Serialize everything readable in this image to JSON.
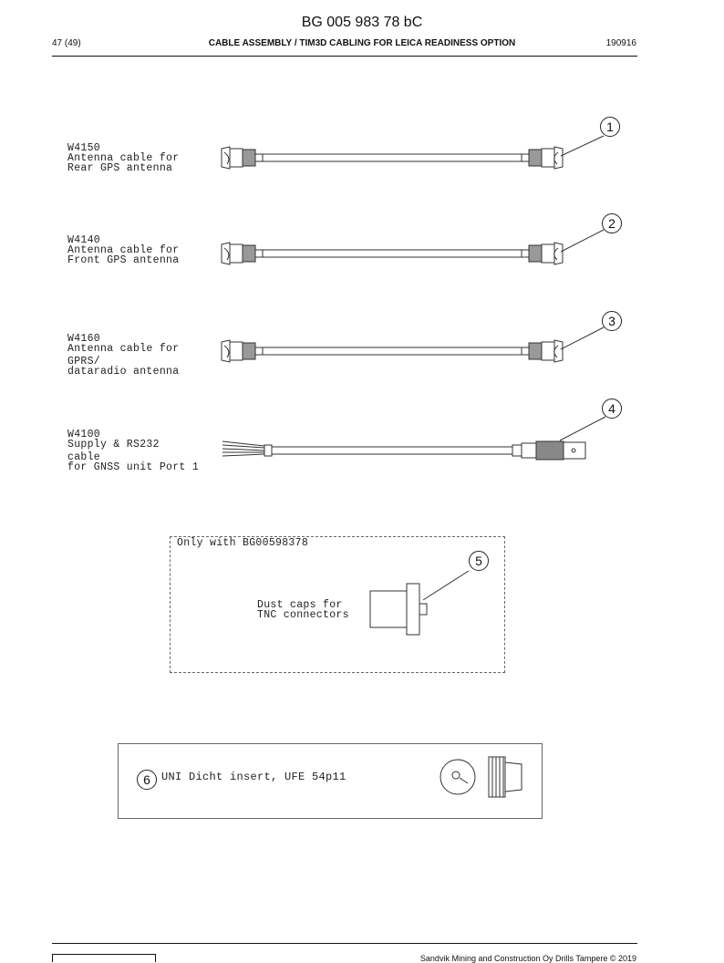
{
  "header": {
    "doc_number": "BG 005 983 78 bC",
    "page": "47 (49)",
    "title": "CABLE ASSEMBLY / TIM3D CABLING FOR LEICA READINESS OPTION",
    "date": "190916"
  },
  "cables": [
    {
      "callout": "1",
      "code": "W4150",
      "desc_lines": [
        "Antenna cable for",
        "Rear GPS antenna"
      ]
    },
    {
      "callout": "2",
      "code": "W4140",
      "desc_lines": [
        "Antenna cable for",
        "Front GPS antenna"
      ]
    },
    {
      "callout": "3",
      "code": "W4160",
      "desc_lines": [
        "Antenna cable for",
        "GPRS/",
        "dataradio antenna"
      ]
    },
    {
      "callout": "4",
      "code": "W4100",
      "desc_lines": [
        "Supply & RS232",
        "cable",
        "for GNSS unit Port 1"
      ]
    }
  ],
  "dust_caps": {
    "note": "Only with BG00598378",
    "callout": "5",
    "desc_lines": [
      "Dust caps for",
      "TNC connectors"
    ]
  },
  "insert": {
    "callout": "6",
    "label": "UNI Dicht insert, UFE 54p11"
  },
  "footer": {
    "copyright": "Sandvik Mining and Construction Oy Drills Tampere © 2019"
  }
}
